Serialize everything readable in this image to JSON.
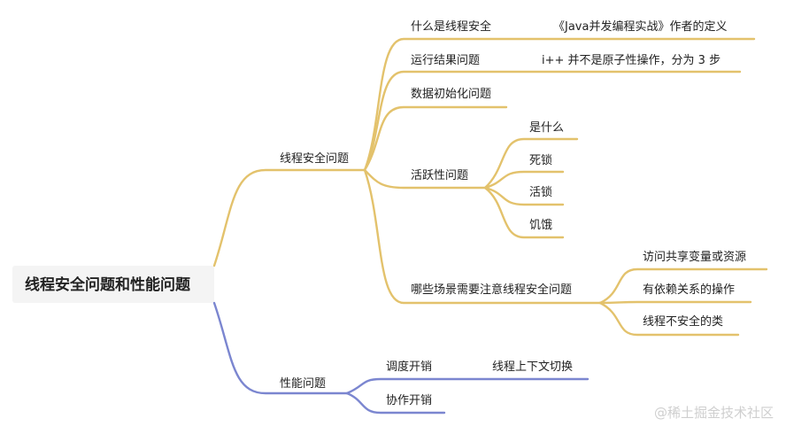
{
  "root": {
    "label": "线程安全问题和性能问题"
  },
  "branches": {
    "safety": {
      "label": "线程安全问题",
      "color": "#e3c26c",
      "children": {
        "what": {
          "label": "什么是线程安全",
          "note": "《Java并发编程实战》作者的定义"
        },
        "result": {
          "label": "运行结果问题",
          "note": "i++ 并不是原子性操作，分为 3 步"
        },
        "init": {
          "label": "数据初始化问题"
        },
        "liveness": {
          "label": "活跃性问题",
          "items": [
            "是什么",
            "死锁",
            "活锁",
            "饥饿"
          ]
        },
        "scenes": {
          "label": "哪些场景需要注意线程安全问题",
          "items": [
            "访问共享变量或资源",
            "有依赖关系的操作",
            "线程不安全的类"
          ]
        }
      }
    },
    "performance": {
      "label": "性能问题",
      "color": "#7b86d0",
      "children": {
        "schedule": {
          "label": "调度开销",
          "note": "线程上下文切换"
        },
        "collab": {
          "label": "协作开销"
        }
      }
    }
  },
  "watermark": "@稀土掘金技术社区"
}
